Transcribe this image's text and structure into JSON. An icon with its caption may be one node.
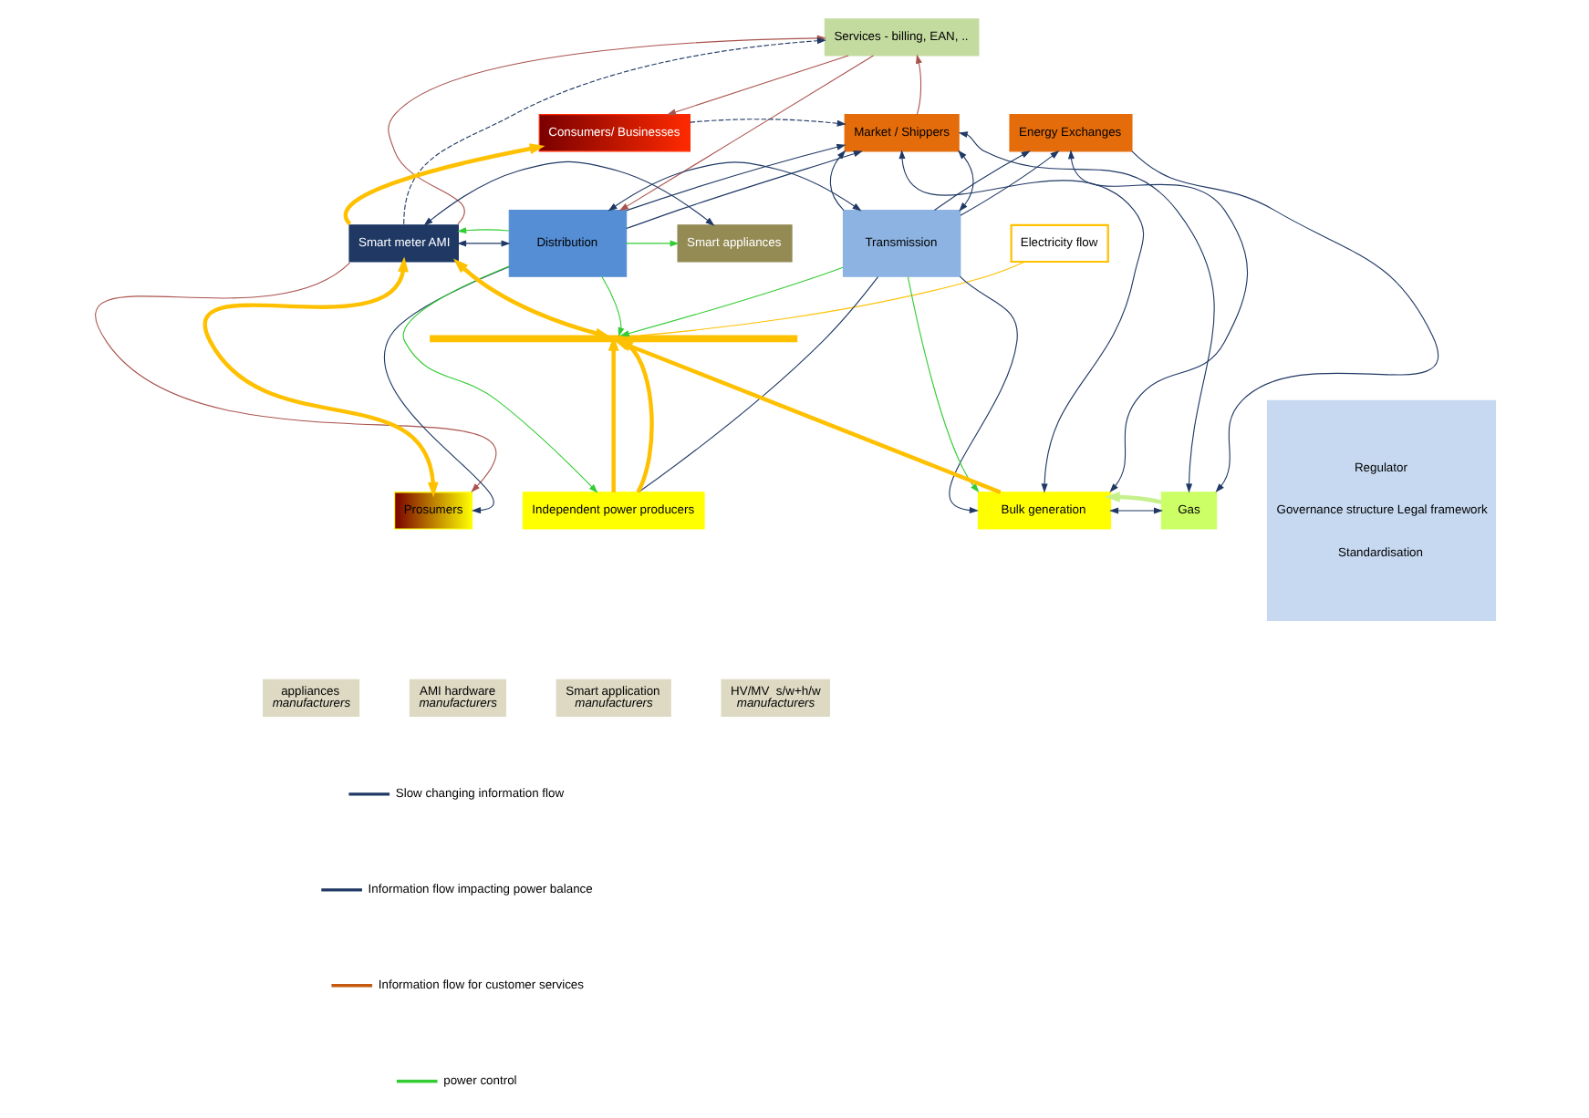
{
  "diagram": {
    "nodes": [
      {
        "text": [
          "Services - billing, EAN, .."
        ]
      },
      {
        "text": [
          "Consumers/ Businesses"
        ]
      },
      {
        "text": [
          "Market / Shippers"
        ]
      },
      {
        "text": [
          "Energy Exchanges"
        ]
      },
      {
        "text": [
          "Electricity flow"
        ]
      },
      {
        "text": [
          "Smart appliances"
        ]
      },
      {
        "text": [
          "Smart meter AMI"
        ]
      },
      {
        "text": [
          "Distribution"
        ]
      },
      {
        "text": [
          "Transmission"
        ]
      },
      {
        "text": [],
        "shape": "bar"
      },
      {
        "text": [
          "Prosumers"
        ]
      },
      {
        "text": [
          "Independent power producers"
        ]
      },
      {
        "text": [
          "Bulk generation"
        ]
      },
      {
        "text": [
          "Gas"
        ]
      },
      {
        "text": [
          "appliances",
          "manufacturers"
        ]
      },
      {
        "text": [
          "AMI hardware",
          "manufacturers"
        ]
      },
      {
        "text": [
          "Smart application",
          "manufacturers"
        ]
      },
      {
        "text": [
          "HV/MV  s/w+h/w",
          "manufacturers"
        ]
      },
      {
        "text": [
          "Regulator",
          "Governance structure Legal framework",
          "Standardisation"
        ]
      }
    ],
    "edges": [
      {
        "from": 0,
        "to": 1,
        "arrow": "to",
        "color": "#a9524c"
      },
      {
        "from": 2,
        "to": 0,
        "arrow": "to",
        "color": "#a9524c"
      },
      {
        "from": 0,
        "to": 7,
        "arrow": "to",
        "color": "#a9524c"
      },
      {
        "from": 6,
        "to": 0,
        "arrow": "to",
        "color": "#a9524c"
      },
      {
        "from": 6,
        "to": 10,
        "arrow": "to",
        "color": "#a9524c"
      },
      {
        "from": 6,
        "to": 0,
        "arrow": "to",
        "style": "dashed"
      },
      {
        "from": 1,
        "to": 2,
        "arrow": "to",
        "style": "dashed"
      },
      {
        "from": 6,
        "to": 5,
        "arrow": "both"
      },
      {
        "from": 6,
        "to": 7,
        "arrow": "both"
      },
      {
        "from": 7,
        "to": 8,
        "arrow": "both"
      },
      {
        "from": 7,
        "to": 2,
        "arrow": "to"
      },
      {
        "from": 7,
        "to": 2,
        "arrow": "to"
      },
      {
        "from": 7,
        "to": 10,
        "arrow": "to"
      },
      {
        "from": 8,
        "to": 2,
        "arrow": "to"
      },
      {
        "from": 2,
        "to": 8,
        "arrow": "both"
      },
      {
        "from": 8,
        "to": 3,
        "arrow": "to"
      },
      {
        "from": 8,
        "to": 3,
        "arrow": "to"
      },
      {
        "from": 11,
        "to": 8,
        "arrow": "none"
      },
      {
        "from": 8,
        "to": 12,
        "arrow": "to"
      },
      {
        "from": 2,
        "to": 12,
        "arrow": "both"
      },
      {
        "from": 3,
        "to": 12,
        "arrow": "both"
      },
      {
        "from": 2,
        "to": 13,
        "arrow": "both"
      },
      {
        "from": 3,
        "to": 13,
        "arrow": "to"
      },
      {
        "from": 12,
        "to": 13,
        "arrow": "both"
      },
      {
        "from": 7,
        "to": 6,
        "arrow": "to",
        "color": "#33cc33"
      },
      {
        "from": 7,
        "to": 5,
        "arrow": "to",
        "color": "#33cc33"
      },
      {
        "from": 7,
        "to": 9,
        "arrow": "to",
        "color": "#33cc33"
      },
      {
        "from": 7,
        "to": 11,
        "arrow": "to",
        "color": "#33cc33"
      },
      {
        "from": 8,
        "to": 9,
        "arrow": "to",
        "color": "#33cc33"
      },
      {
        "from": 8,
        "to": 12,
        "arrow": "to",
        "color": "#33cc33"
      },
      {
        "from": 13,
        "to": 12,
        "arrow": "to",
        "style": "thick",
        "color": "#c6f08c"
      },
      {
        "from": 6,
        "to": 1,
        "arrow": "to",
        "style": "thick",
        "color": "#ffc000"
      },
      {
        "from": 6,
        "to": 10,
        "arrow": "both",
        "style": "thick",
        "color": "#ffc000"
      },
      {
        "from": 9,
        "to": 6,
        "arrow": "both",
        "style": "thick",
        "color": "#ffc000"
      },
      {
        "from": 11,
        "to": 9,
        "arrow": "to",
        "style": "thick",
        "color": "#ffc000"
      },
      {
        "from": 11,
        "to": 9,
        "arrow": "to",
        "style": "thick",
        "color": "#ffc000"
      },
      {
        "from": 12,
        "to": 9,
        "arrow": "to",
        "style": "thick",
        "color": "#ffc000"
      },
      {
        "from": 4,
        "to": 9,
        "arrow": "none",
        "color": "#ffc000"
      }
    ],
    "legend": [
      {
        "text": "Slow changing information flow"
      },
      {
        "text": "Information flow impacting power balance"
      },
      {
        "text": "Information flow for customer services"
      },
      {
        "text": "power control"
      }
    ]
  }
}
